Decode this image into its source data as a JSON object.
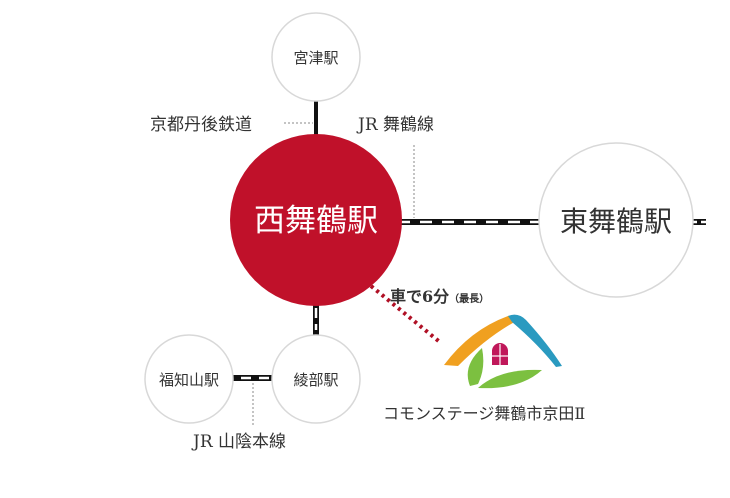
{
  "stations": {
    "miyazu": "宮津駅",
    "nishi_maizuru": "西舞鶴駅",
    "higashi_maizuru": "東舞鶴駅",
    "ayabe": "綾部駅",
    "fukuchiyama": "福知山駅"
  },
  "lines": {
    "kyoto_tango": "京都丹後鉄道",
    "jr_maizuru": "JR 舞鶴線",
    "jr_sanin": "JR 山陰本線"
  },
  "access": {
    "time": "車で6分",
    "note": "（最長）"
  },
  "property": {
    "name": "コモンステージ舞鶴市京田Ⅱ"
  },
  "colors": {
    "main_station": "#c0112a",
    "roof_left": "#f0a020",
    "roof_right": "#2a9ac0",
    "leaf": "#7cc040",
    "window": "#c0185a"
  }
}
